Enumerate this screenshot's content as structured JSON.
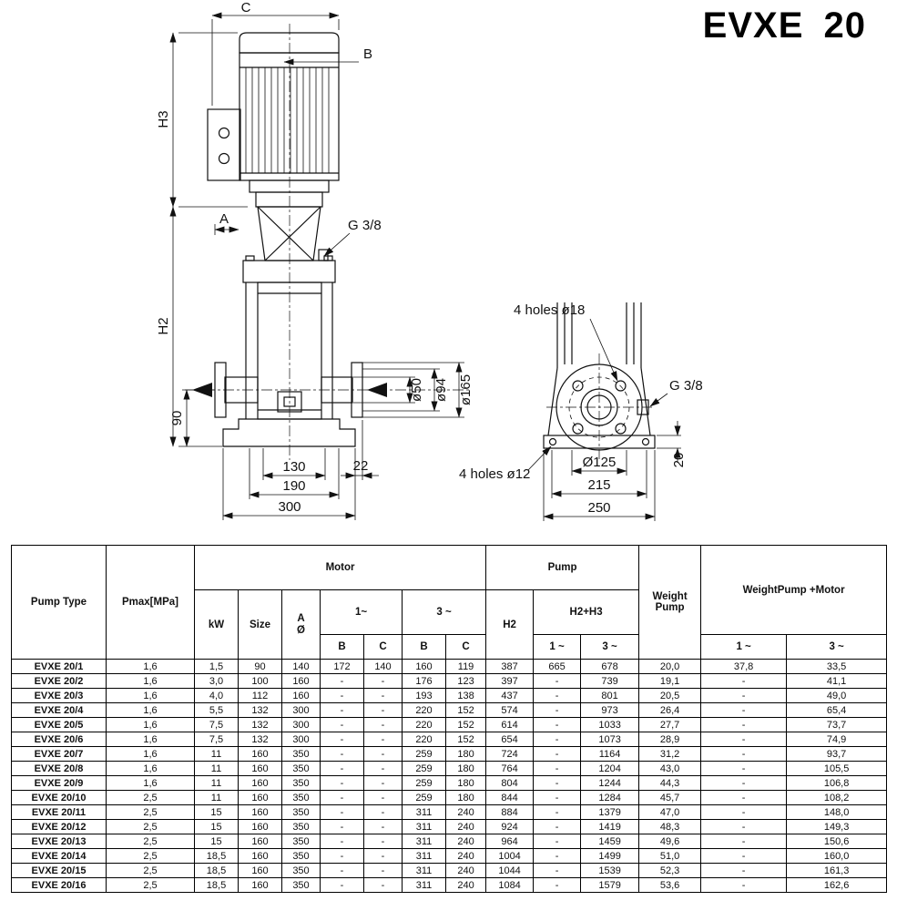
{
  "title": "EVXE 20",
  "drawing": {
    "side": {
      "c": "C",
      "b": "B",
      "h3": "H3",
      "a": "A",
      "g38": "G 3/8",
      "h2": "H2",
      "n90": "90",
      "d50": "ø50",
      "d94": "ø94",
      "d165": "ø165",
      "n130": "130",
      "n190": "190",
      "n300": "300",
      "n22": "22"
    },
    "front": {
      "holes18": "4 holes ø18",
      "g38": "G 3/8",
      "holes12": "4 holes ø12",
      "d125": "Ø125",
      "n215": "215",
      "n250": "250",
      "n20": "20"
    }
  },
  "table": {
    "h": {
      "pump_type": "Pump Type",
      "pmax": "Pmax[MPa]",
      "motor": "Motor",
      "pump": "Pump",
      "kw": "kW",
      "size": "Size",
      "a": "A",
      "dia": "Ø",
      "m1": "1~",
      "m3": "3 ~",
      "b": "B",
      "c": "C",
      "h2": "H2",
      "h2h3": "H2+H3",
      "p1": "1 ~",
      "p3": "3 ~",
      "weight_pump": "Weight Pump",
      "weight_pump_motor": "WeightPump +Motor",
      "w1": "1 ~",
      "w3": "3 ~"
    },
    "rows": [
      [
        "EVXE 20/1",
        "1,6",
        "1,5",
        "90",
        "140",
        "172",
        "140",
        "160",
        "119",
        "387",
        "665",
        "678",
        "20,0",
        "37,8",
        "33,5"
      ],
      [
        "EVXE 20/2",
        "1,6",
        "3,0",
        "100",
        "160",
        "-",
        "-",
        "176",
        "123",
        "397",
        "-",
        "739",
        "19,1",
        "-",
        "41,1"
      ],
      [
        "EVXE 20/3",
        "1,6",
        "4,0",
        "112",
        "160",
        "-",
        "-",
        "193",
        "138",
        "437",
        "-",
        "801",
        "20,5",
        "-",
        "49,0"
      ],
      [
        "EVXE 20/4",
        "1,6",
        "5,5",
        "132",
        "300",
        "-",
        "-",
        "220",
        "152",
        "574",
        "-",
        "973",
        "26,4",
        "-",
        "65,4"
      ],
      [
        "EVXE 20/5",
        "1,6",
        "7,5",
        "132",
        "300",
        "-",
        "-",
        "220",
        "152",
        "614",
        "-",
        "1033",
        "27,7",
        "-",
        "73,7"
      ],
      [
        "EVXE 20/6",
        "1,6",
        "7,5",
        "132",
        "300",
        "-",
        "-",
        "220",
        "152",
        "654",
        "-",
        "1073",
        "28,9",
        "-",
        "74,9"
      ],
      [
        "EVXE 20/7",
        "1,6",
        "11",
        "160",
        "350",
        "-",
        "-",
        "259",
        "180",
        "724",
        "-",
        "1164",
        "31,2",
        "-",
        "93,7"
      ],
      [
        "EVXE 20/8",
        "1,6",
        "11",
        "160",
        "350",
        "-",
        "-",
        "259",
        "180",
        "764",
        "-",
        "1204",
        "43,0",
        "-",
        "105,5"
      ],
      [
        "EVXE 20/9",
        "1,6",
        "11",
        "160",
        "350",
        "-",
        "-",
        "259",
        "180",
        "804",
        "-",
        "1244",
        "44,3",
        "-",
        "106,8"
      ],
      [
        "EVXE 20/10",
        "2,5",
        "11",
        "160",
        "350",
        "-",
        "-",
        "259",
        "180",
        "844",
        "-",
        "1284",
        "45,7",
        "-",
        "108,2"
      ],
      [
        "EVXE 20/11",
        "2,5",
        "15",
        "160",
        "350",
        "-",
        "-",
        "311",
        "240",
        "884",
        "-",
        "1379",
        "47,0",
        "-",
        "148,0"
      ],
      [
        "EVXE 20/12",
        "2,5",
        "15",
        "160",
        "350",
        "-",
        "-",
        "311",
        "240",
        "924",
        "-",
        "1419",
        "48,3",
        "-",
        "149,3"
      ],
      [
        "EVXE 20/13",
        "2,5",
        "15",
        "160",
        "350",
        "-",
        "-",
        "311",
        "240",
        "964",
        "-",
        "1459",
        "49,6",
        "-",
        "150,6"
      ],
      [
        "EVXE 20/14",
        "2,5",
        "18,5",
        "160",
        "350",
        "-",
        "-",
        "311",
        "240",
        "1004",
        "-",
        "1499",
        "51,0",
        "-",
        "160,0"
      ],
      [
        "EVXE 20/15",
        "2,5",
        "18,5",
        "160",
        "350",
        "-",
        "-",
        "311",
        "240",
        "1044",
        "-",
        "1539",
        "52,3",
        "-",
        "161,3"
      ],
      [
        "EVXE 20/16",
        "2,5",
        "18,5",
        "160",
        "350",
        "-",
        "-",
        "311",
        "240",
        "1084",
        "-",
        "1579",
        "53,6",
        "-",
        "162,6"
      ]
    ]
  }
}
